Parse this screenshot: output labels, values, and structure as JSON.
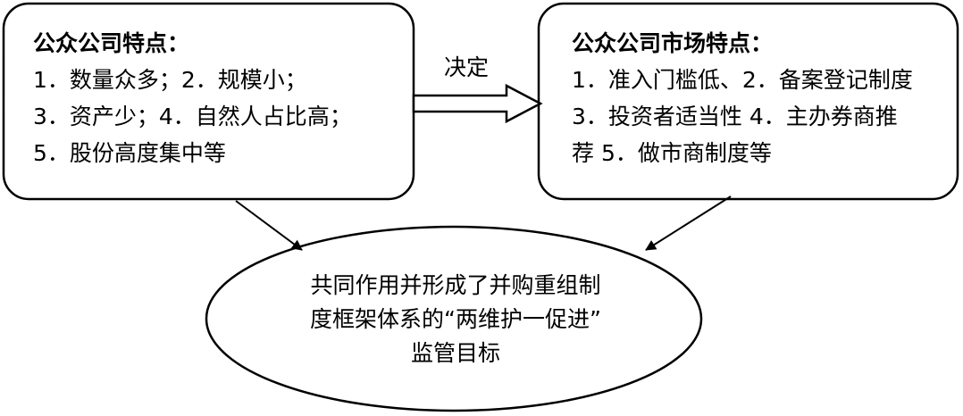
{
  "left_box": {
    "title": "公众公司特点：",
    "lines": [
      "1．数量众多；2．规模小；",
      "3．资产少；4．自然人占比高；",
      "5．股份高度集中等"
    ]
  },
  "right_box": {
    "title": "公众公司市场特点：",
    "lines": [
      "1．准入门槛低、2．备案登记制度",
      "3．投资者适当性 4．主办券商推",
      "荐 5．做市商制度等"
    ]
  },
  "connector_label": "决定",
  "result": {
    "lines": [
      "共同作用并形成了并购重组制",
      "度框架体系的“两维护一促进”",
      "监管目标"
    ]
  }
}
